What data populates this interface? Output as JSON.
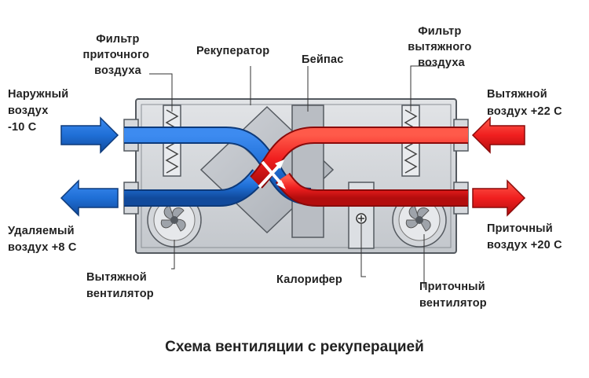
{
  "labels": {
    "supply_filter": [
      "Фильтр",
      "приточного",
      "воздуха"
    ],
    "recuperator": "Рекуператор",
    "bypass": "Бейпас",
    "exhaust_filter": [
      "Фильтр",
      "вытяжного",
      "воздуха"
    ],
    "outdoor_air": [
      "Наружный",
      "воздух",
      "-10 С"
    ],
    "exhaust_air": [
      "Вытяжной",
      "воздух +22 С"
    ],
    "removed_air": [
      "Удаляемый",
      "воздух +8 С"
    ],
    "supply_air": [
      "Приточный",
      "воздух +20 С"
    ],
    "exhaust_fan": [
      "Вытяжной",
      "вентилятор"
    ],
    "heater": "Калорифер",
    "supply_fan": [
      "Приточный",
      "вентилятор"
    ]
  },
  "title": "Схема вентиляции с рекуперацией",
  "colors": {
    "cold_air": "#1f6fd6",
    "warm_air": "#f01f1f",
    "housing": "#cfd2d6",
    "housing_stroke": "#555a60"
  }
}
